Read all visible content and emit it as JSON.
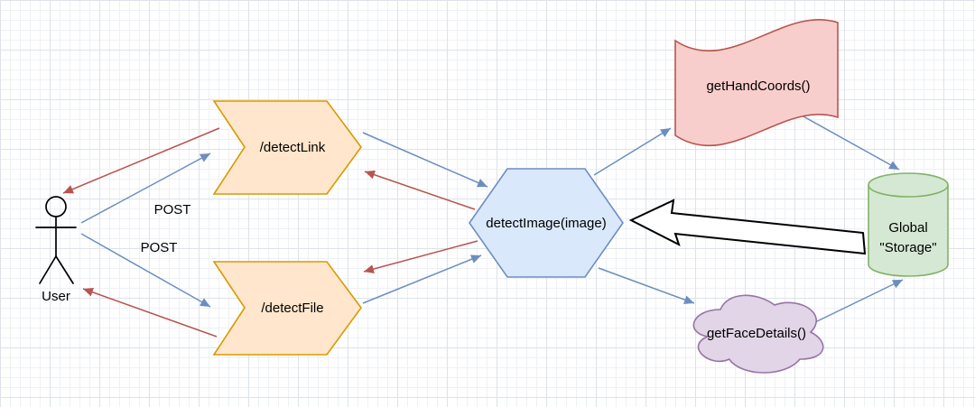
{
  "diagram": {
    "colors": {
      "flow_blue": "#6c8ebf",
      "flow_red": "#b85450",
      "block_arrow_fill": "#ffffff",
      "block_arrow_stroke": "#000000",
      "actor_stroke": "#000000",
      "text": "#000000"
    },
    "nodes": {
      "user": {
        "label": "User"
      },
      "detect_link": {
        "label": "/detectLink",
        "fill": "#ffe6cc",
        "stroke": "#d79b00"
      },
      "detect_file": {
        "label": "/detectFile",
        "fill": "#ffe6cc",
        "stroke": "#d79b00"
      },
      "detect_image": {
        "label": "detectImage(image)",
        "fill": "#dae8fc",
        "stroke": "#6c8ebf"
      },
      "get_hand_coords": {
        "label": "getHandCoords()",
        "fill": "#f8cecc",
        "stroke": "#b85450"
      },
      "get_face_details": {
        "label": "getFaceDetails()",
        "fill": "#e1d5e7",
        "stroke": "#9673a6"
      },
      "global_storage": {
        "lines": [
          "Global",
          "\"Storage\""
        ],
        "fill": "#d5e8d4",
        "stroke": "#82b366"
      }
    },
    "edge_labels": {
      "post_top": "POST",
      "post_bottom": "POST"
    }
  }
}
